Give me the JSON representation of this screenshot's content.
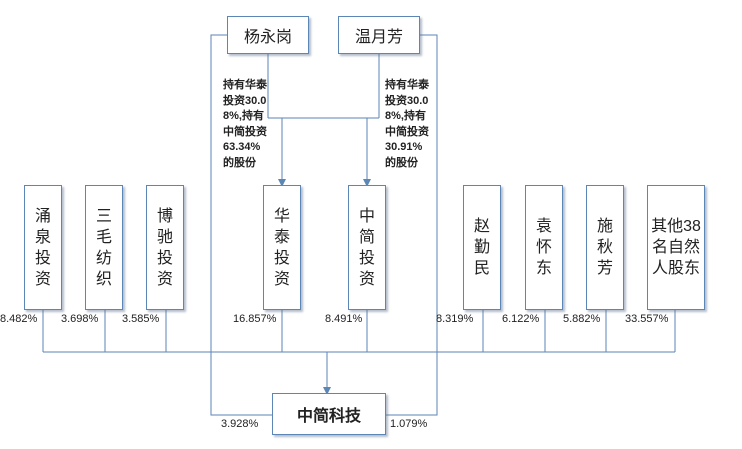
{
  "people": {
    "yang": "杨永岗",
    "wen": "温月芳"
  },
  "notes": {
    "yang": "持有华泰投资30.08%,持有中简投资63.34%的股份",
    "wen": "持有华泰投资30.08%,持有中简投资30.91%的股份"
  },
  "shareholders": [
    {
      "name": "涌泉投资",
      "pct": "8.482%"
    },
    {
      "name": "三毛纺织",
      "pct": "3.698%"
    },
    {
      "name": "博驰投资",
      "pct": "3.585%"
    },
    {
      "name": "华泰投资",
      "pct": "16.857%"
    },
    {
      "name": "中简投资",
      "pct": "8.491%"
    },
    {
      "name": "赵勤民",
      "pct": "8.319%"
    },
    {
      "name": "袁怀东",
      "pct": "6.122%"
    },
    {
      "name": "施秋芳",
      "pct": "5.882%"
    },
    {
      "name": "其他38名自然人股东",
      "pct": "33.557%"
    }
  ],
  "direct": {
    "yang_pct": "3.928%",
    "wen_pct": "1.079%"
  },
  "company": "中简科技",
  "colors": {
    "line": "#5b86b5",
    "border": "#5b86b5"
  }
}
